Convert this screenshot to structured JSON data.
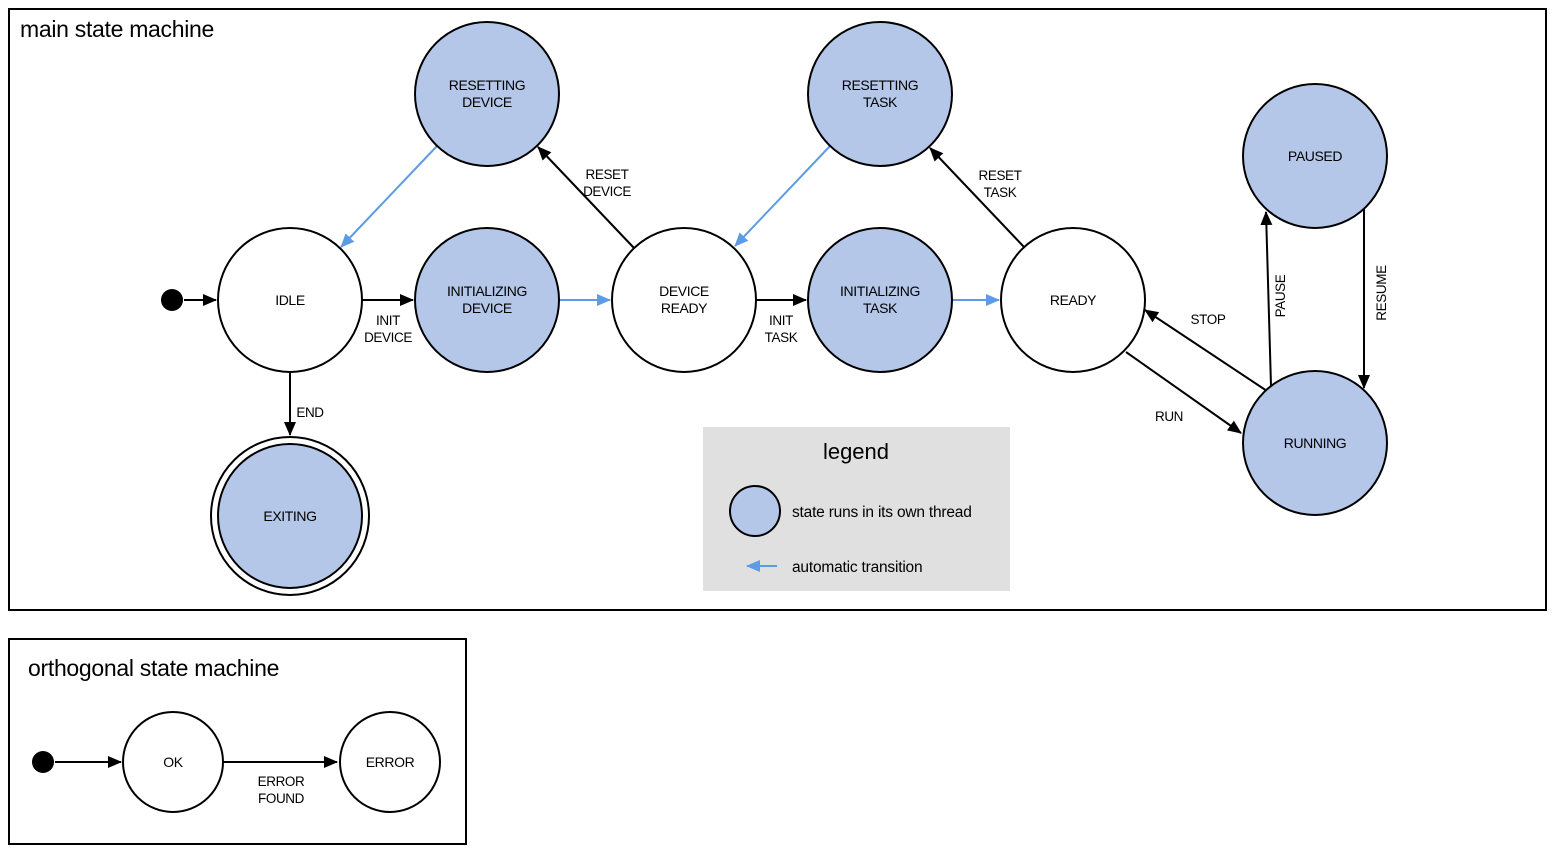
{
  "colors": {
    "threaded_state_fill": "#b4c7e8",
    "auto_transition_blue": "#5d9ce4",
    "legend_bg": "#e0e0e0",
    "stroke": "#000000"
  },
  "main": {
    "title": "main state machine",
    "states": {
      "idle": {
        "label": "IDLE"
      },
      "resetting_device": {
        "line1": "RESETTING",
        "line2": "DEVICE"
      },
      "initializing_device": {
        "line1": "INITIALIZING",
        "line2": "DEVICE"
      },
      "device_ready": {
        "line1": "DEVICE",
        "line2": "READY"
      },
      "resetting_task": {
        "line1": "RESETTING",
        "line2": "TASK"
      },
      "initializing_task": {
        "line1": "INITIALIZING",
        "line2": "TASK"
      },
      "ready": {
        "label": "READY"
      },
      "paused": {
        "label": "PAUSED"
      },
      "running": {
        "label": "RUNNING"
      },
      "exiting": {
        "label": "EXITING"
      }
    },
    "transitions": {
      "init_device": {
        "line1": "INIT",
        "line2": "DEVICE"
      },
      "reset_device": {
        "line1": "RESET",
        "line2": "DEVICE"
      },
      "init_task": {
        "line1": "INIT",
        "line2": "TASK"
      },
      "reset_task": {
        "line1": "RESET",
        "line2": "TASK"
      },
      "run": "RUN",
      "stop": "STOP",
      "pause": "PAUSE",
      "resume": "RESUME",
      "end": "END"
    }
  },
  "legend": {
    "title": "legend",
    "items": {
      "threaded_state": "state runs in its own thread",
      "automatic_transition": "automatic transition"
    }
  },
  "orthogonal": {
    "title": "orthogonal state machine",
    "states": {
      "ok": "OK",
      "error": "ERROR"
    },
    "transitions": {
      "error_found": {
        "line1": "ERROR",
        "line2": "FOUND"
      }
    }
  }
}
